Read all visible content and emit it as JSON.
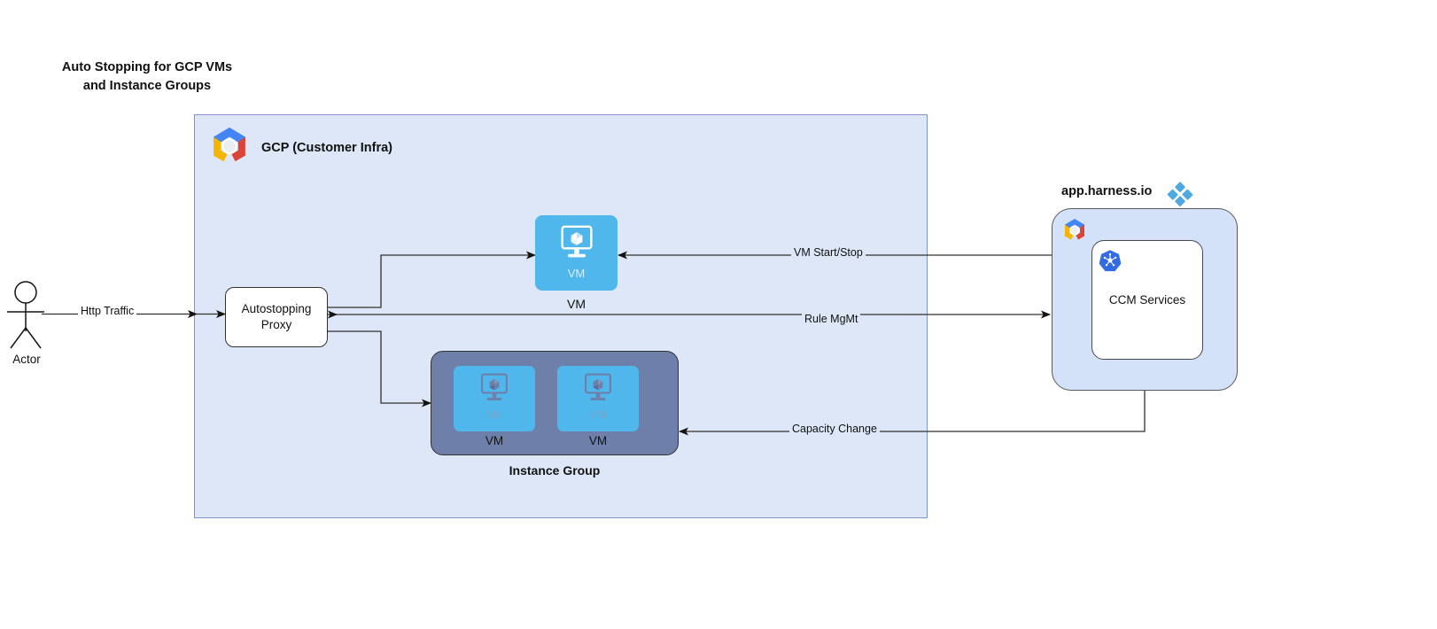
{
  "title": "Auto Stopping for GCP VMs\nand Instance Groups",
  "gcp_panel": {
    "label": "GCP (Customer Infra)",
    "logo": "gcp-logo",
    "fill": "#dde7f8",
    "border": "#7e97ca"
  },
  "actor": {
    "label": "Actor",
    "icon": "actor-stick-figure-icon"
  },
  "nodes": {
    "proxy": {
      "label": "Autostopping\nProxy"
    },
    "vm_single": {
      "inner_label": "VM",
      "caption": "VM",
      "icon": "vm-monitor-cube-icon",
      "fill": "#4fb7eb"
    },
    "instance_group": {
      "caption": "Instance Group",
      "fill": "#6e80aa",
      "members": [
        {
          "inner_label": "VM",
          "caption": "VM",
          "icon": "vm-monitor-cube-icon"
        },
        {
          "inner_label": "VM",
          "caption": "VM",
          "icon": "vm-monitor-cube-icon"
        }
      ]
    },
    "harness": {
      "label": "app.harness.io",
      "logo": "harness-logo",
      "gcp_logo": "gcp-logo",
      "panel_fill": "#d3e2f8",
      "ccm": {
        "label": "CCM Services",
        "logo": "kubernetes-logo"
      }
    }
  },
  "edges": [
    {
      "id": "http-traffic",
      "label": "Http Traffic",
      "from": "actor",
      "to": "proxy"
    },
    {
      "id": "proxy-to-vm",
      "label": "",
      "from": "proxy",
      "to": "vm_single"
    },
    {
      "id": "proxy-to-ig",
      "label": "",
      "from": "proxy",
      "to": "instance_group"
    },
    {
      "id": "vm-start-stop",
      "label": "VM Start/Stop",
      "from": "harness",
      "to": "vm_single"
    },
    {
      "id": "rule-mgmt",
      "label": "Rule MgMt",
      "from": "proxy",
      "to": "harness"
    },
    {
      "id": "capacity-change",
      "label": "Capacity Change",
      "from": "harness",
      "to": "instance_group"
    }
  ],
  "colors": {
    "vm_blue": "#4fb7eb",
    "group_slate": "#6e80aa",
    "panel_blue": "#dde7f8",
    "harness_blue": "#4fa9e0",
    "line": "#33302e"
  }
}
